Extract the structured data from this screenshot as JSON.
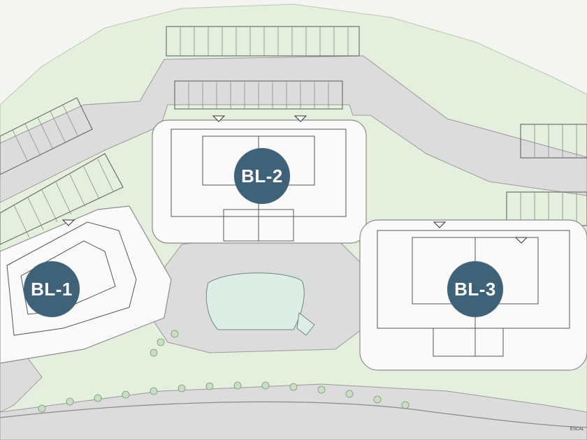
{
  "map": {
    "colors": {
      "background": "#f4f5f2",
      "green_area": "#e4efdd",
      "road": "#dcdcdc",
      "building_pad": "#fafafa",
      "building_line": "#555555",
      "parking_line": "#6e6e6e",
      "pool_water": "#dceee6",
      "marker_fill": "#3f6279",
      "marker_text": "#ffffff"
    },
    "blocks": [
      {
        "id": "bl-1",
        "label": "BL-1"
      },
      {
        "id": "bl-2",
        "label": "BL-2"
      },
      {
        "id": "bl-3",
        "label": "BL-3"
      }
    ],
    "features": [
      "parking-bays",
      "entrance-arrows",
      "swimming-pool",
      "tree-row",
      "access-road"
    ],
    "scale_text": "ESCAL"
  }
}
